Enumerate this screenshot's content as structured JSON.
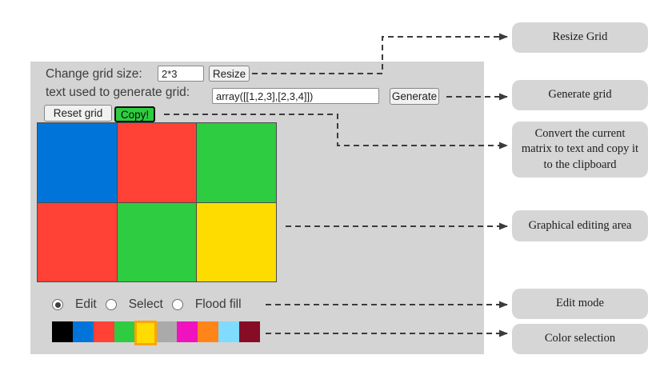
{
  "controls": {
    "grid_size": {
      "label": "Change grid size:",
      "value": "2*3",
      "resize_button": "Resize"
    },
    "generator": {
      "label": "text used to generate grid:",
      "value": "array([[1,2,3],[2,3,4]])",
      "generate_button": "Generate"
    },
    "reset_button": "Reset grid",
    "copy_button": "Copy!"
  },
  "editor_grid": {
    "rows": 2,
    "cols": 3,
    "cells": [
      [
        "blue",
        "red",
        "green"
      ],
      [
        "red",
        "green",
        "yellow"
      ]
    ]
  },
  "modes": [
    {
      "label": "Edit",
      "selected": true
    },
    {
      "label": "Select",
      "selected": false
    },
    {
      "label": "Flood fill",
      "selected": false
    }
  ],
  "palette": [
    {
      "name": "black",
      "hex": "#000000",
      "selected": false
    },
    {
      "name": "blue",
      "hex": "#0074D9",
      "selected": false
    },
    {
      "name": "red",
      "hex": "#FF4136",
      "selected": false
    },
    {
      "name": "green",
      "hex": "#2ECC40",
      "selected": false
    },
    {
      "name": "yellow",
      "hex": "#FFDC00",
      "selected": true
    },
    {
      "name": "gray",
      "hex": "#AAAAAA",
      "selected": false
    },
    {
      "name": "magenta",
      "hex": "#F012BE",
      "selected": false
    },
    {
      "name": "orange",
      "hex": "#FF851B",
      "selected": false
    },
    {
      "name": "sky",
      "hex": "#7FDBFF",
      "selected": false
    },
    {
      "name": "maroon",
      "hex": "#870C25",
      "selected": false
    }
  ],
  "annotations": [
    "Resize Grid",
    "Generate grid",
    "Convert the current matrix to text and copy it to the clipboard",
    "Graphical editing area",
    "Edit mode",
    "Color selection"
  ],
  "colors": {
    "panel_bg": "#d4d4d4",
    "annotation_bg": "#d6d6d6",
    "copy_button_bg": "#2ECC40",
    "selected_swatch_outline": "#FFA500",
    "arrow": "#3b3b3b",
    "grid_line": "#4a4a4a"
  }
}
